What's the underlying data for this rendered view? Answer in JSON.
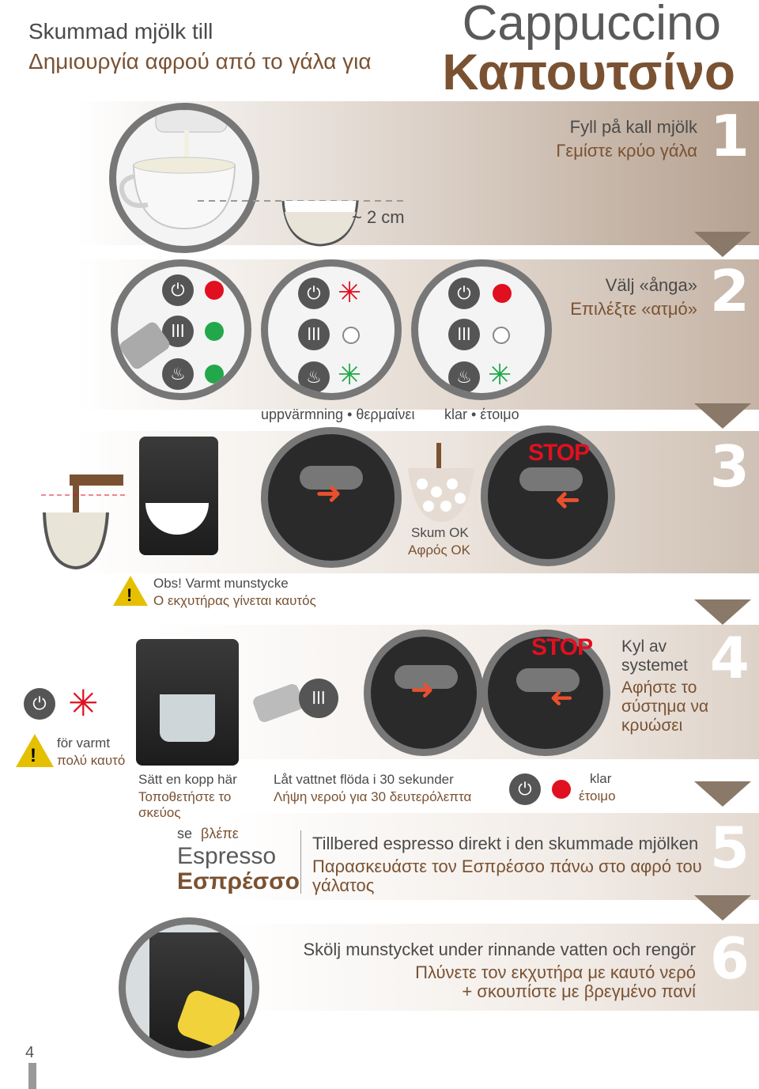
{
  "header": {
    "subtitle_sv": "Skummad mjölk till",
    "subtitle_gr": "Δημιουργία αφρού από το γάλα για",
    "title_sv": "Cappuccino",
    "title_gr": "Καπουτσίνο"
  },
  "steps": [
    {
      "number": "1",
      "sv": "Fyll på kall mjölk",
      "gr": "Γεμίστε κρύο γάλα",
      "measure": "~ 2 cm"
    },
    {
      "number": "2",
      "sv": "Välj «ånga»",
      "gr": "Επιλέξτε «ατμό»",
      "heating": "uppvärmning • θερμαίνει",
      "ready": "klar • έτοιμο"
    },
    {
      "number": "3",
      "foam_sv": "Skum OK",
      "foam_gr": "Αφρός OK",
      "warn_sv": "Obs! Varmt munstycke",
      "warn_gr": "Ο εκχυτήρας γίνεται καυτός",
      "stop": "STOP"
    },
    {
      "number": "4",
      "sv": "Kyl av systemet",
      "gr": "Αφήστε το σύστημα να κρυώσει",
      "hot_sv": "för varmt",
      "hot_gr": "πολύ καυτό",
      "cup_sv": "Sätt en kopp här",
      "cup_gr": "Τοποθετήστε το σκεύος",
      "water_sv": "Låt vattnet flöda i 30 sekunder",
      "water_gr": "Λήψη νερού για 30 δευτερόλεπτα",
      "ready_sv": "klar",
      "ready_gr": "έτοιμο",
      "stop": "STOP"
    },
    {
      "number": "5",
      "see_sv": "se",
      "see_gr": "βλέπε",
      "espresso_sv": "Espresso",
      "espresso_gr": "Εσπρέσσο",
      "sv": "Tillbered espresso direkt i den skummade mjölken",
      "gr": "Παρασκευάστε τον Εσπρέσσο πάνω στο αφρό του γάλατος"
    },
    {
      "number": "6",
      "sv": "Skölj munstycket under rinnande vatten och rengör",
      "gr": "Πλύνετε τον εκχυτήρα με καυτό νερό + σκουπίστε με βρεγμένο πανί"
    }
  ],
  "page_number": "4",
  "icons": {
    "power": "power-icon",
    "steam": "steam-icon",
    "hot_water": "hot-water-icon",
    "warning": "warning-icon",
    "stop": "stop-sign"
  },
  "colors": {
    "brown": "#7a5232",
    "red": "#e01020",
    "green": "#22a84a",
    "band": "#b9a596"
  }
}
